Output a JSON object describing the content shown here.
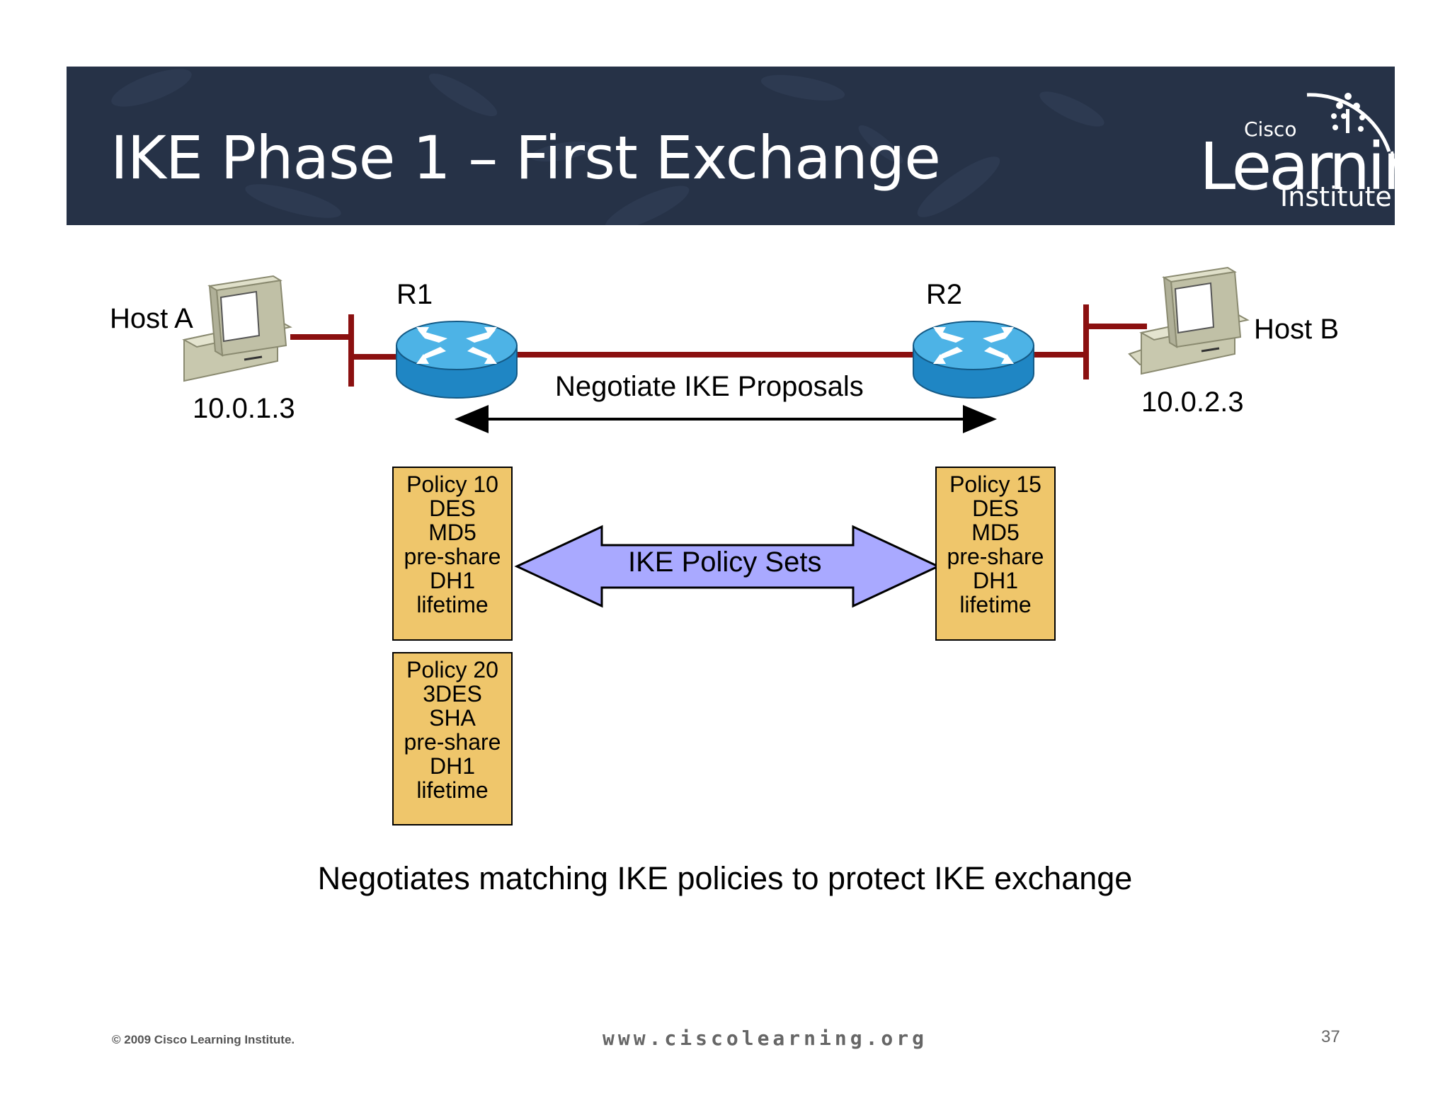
{
  "slide": {
    "title": "IKE Phase 1 – First Exchange",
    "logo": {
      "small": "Cisco",
      "big": "Learning",
      "sub": "Institute"
    }
  },
  "network": {
    "host_a": {
      "label": "Host A",
      "ip": "10.0.1.3"
    },
    "host_b": {
      "label": "Host B",
      "ip": "10.0.2.3"
    },
    "router_1": "R1",
    "router_2": "R2",
    "negotiate_label": "Negotiate IKE Proposals"
  },
  "policies": {
    "r1": [
      {
        "lines": [
          "Policy 10",
          "DES",
          "MD5",
          "pre-share",
          "DH1",
          "lifetime"
        ]
      },
      {
        "lines": [
          "Policy 20",
          "3DES",
          "SHA",
          "pre-share",
          "DH1",
          "lifetime"
        ]
      }
    ],
    "r2": [
      {
        "lines": [
          "Policy 15",
          "DES",
          "MD5",
          "pre-share",
          "DH1",
          "lifetime"
        ]
      }
    ],
    "arrow_label": "IKE Policy Sets"
  },
  "caption": "Negotiates matching IKE policies to protect IKE exchange",
  "footer": {
    "copyright": "© 2009 Cisco Learning Institute.",
    "website": "www.ciscolearning.org",
    "page_number": "37"
  },
  "colors": {
    "banner": "#263247",
    "link": "#8b1010",
    "router": "#3aa6dd",
    "policy_box": "#efc66b",
    "policy_arrow": "#a9a9ff"
  }
}
